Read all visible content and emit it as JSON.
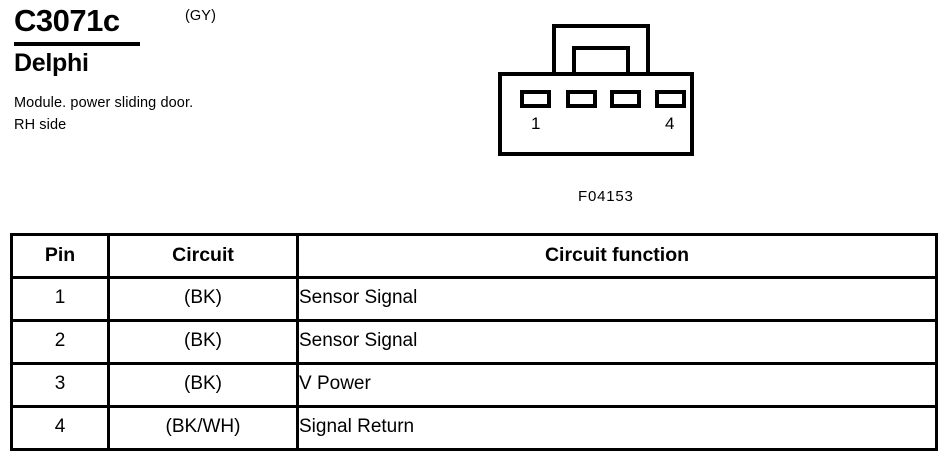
{
  "connector": {
    "id": "C3071c",
    "color_code": "(GY)",
    "manufacturer": "Delphi",
    "description": "Module. power sliding door. RH side",
    "figure_caption": "F04153",
    "cavity_count": 4,
    "first_pin_label": "1",
    "last_pin_label": "4"
  },
  "table": {
    "headers": {
      "pin": "Pin",
      "circuit": "Circuit",
      "function": "Circuit function"
    },
    "rows": [
      {
        "pin": "1",
        "circuit": "(BK)",
        "function": "Sensor Signal"
      },
      {
        "pin": "2",
        "circuit": "(BK)",
        "function": "Sensor Signal"
      },
      {
        "pin": "3",
        "circuit": "(BK)",
        "function": "V Power"
      },
      {
        "pin": "4",
        "circuit": "(BK/WH)",
        "function": "Signal Return"
      }
    ]
  },
  "colors": {
    "ink": "#000000",
    "page": "#ffffff"
  }
}
